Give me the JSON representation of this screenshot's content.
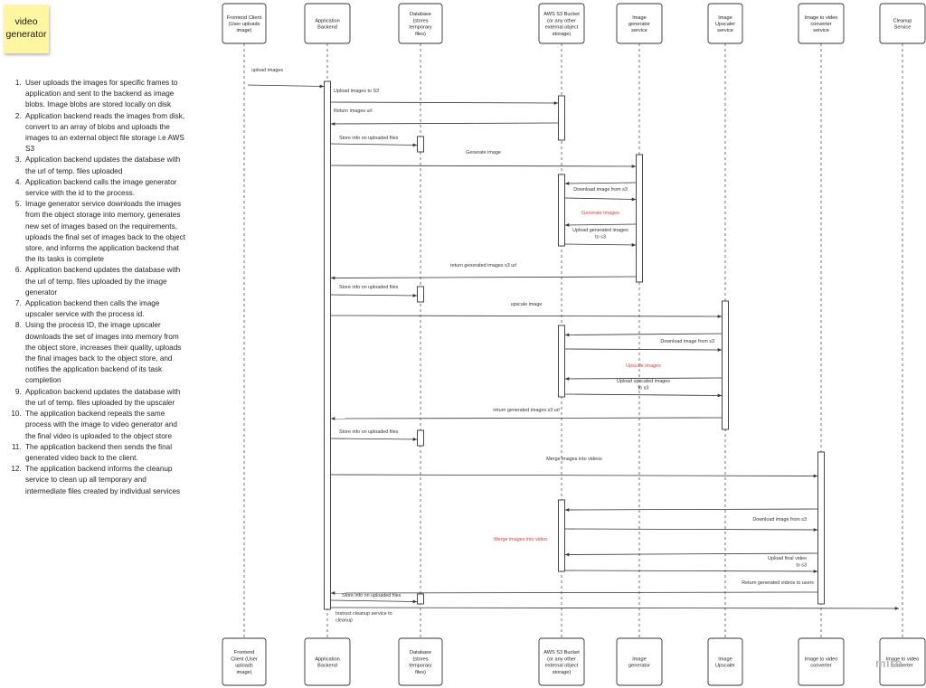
{
  "sticky_note": {
    "text": "video generator"
  },
  "steps": [
    "User uploads the images for specific frames to application and sent to the backend as image blobs. Image blobs are stored locally on disk",
    "Application backend reads the images from disk, convert to an array of blobs and uploads the images to an external object file storage i.e AWS S3",
    "Application backend updates the database with the url of temp. files uploaded",
    "Application backend calls the image generator service with the id to the process.",
    "Image generator service downloads the images from the object storage into memory, generates new set of images based on the requirements, uploads the final set of images back to the object store, and informs the application backend that the its tasks is complete",
    "Application backend updates the database with the url of temp. files uploaded by the image generator",
    "Application backend then calls the image upscaler service with the process id.",
    "Using the process ID, the image upscaler downloads the set of images into memory from the object store, increases their quality, uploads the final images back to the object store, and notifies the application backend of its task completion",
    "Application backend updates the database with the url of temp. files uploaded by the upscaler",
    "The application backend repeats the same process with the image to video generator and the final video is uploaded to the object store",
    "The application backend then sends the final generated video back to the client.",
    "The application backend informs the cleanup service to clean up all temporary and intermediate files created by individual services"
  ],
  "participants_top": [
    {
      "id": "frontend",
      "lines": [
        "Frontend Client",
        "(User uploads",
        "image)"
      ]
    },
    {
      "id": "backend",
      "lines": [
        "Application",
        "Backend"
      ]
    },
    {
      "id": "database",
      "lines": [
        "Database",
        "(stores",
        "temporary",
        "files)"
      ]
    },
    {
      "id": "s3",
      "lines": [
        "AWS S3 Bucket",
        "(or any other",
        "external object",
        "storage)"
      ]
    },
    {
      "id": "imagegen",
      "lines": [
        "Image",
        "generator",
        "service"
      ]
    },
    {
      "id": "upscaler",
      "lines": [
        "Image",
        "Upscaler",
        "service"
      ]
    },
    {
      "id": "videoconv",
      "lines": [
        "Image to video",
        "converter",
        "service"
      ]
    },
    {
      "id": "cleanup",
      "lines": [
        "Cleanup",
        "Service"
      ]
    }
  ],
  "participants_bottom": [
    {
      "id": "frontend",
      "lines": [
        "Frontend",
        "Client (User",
        "uploads",
        "image)"
      ]
    },
    {
      "id": "backend",
      "lines": [
        "Application",
        "Backend"
      ]
    },
    {
      "id": "database",
      "lines": [
        "Database",
        "(stores",
        "temporary",
        "files)"
      ]
    },
    {
      "id": "s3",
      "lines": [
        "AWS S3 Bucket",
        "(or any other",
        "external object",
        "storage)"
      ]
    },
    {
      "id": "imagegen",
      "lines": [
        "Image",
        "generator"
      ]
    },
    {
      "id": "upscaler",
      "lines": [
        "Image",
        "Upscaler"
      ]
    },
    {
      "id": "videoconv",
      "lines": [
        "Image to video",
        "converter"
      ]
    },
    {
      "id": "cleanup",
      "lines": [
        "Image to video",
        "converter"
      ]
    }
  ],
  "messages": [
    {
      "from": "frontend",
      "to": "backend",
      "lines": [
        "upload images"
      ],
      "color": "#333333"
    },
    {
      "from": "backend",
      "to": "s3",
      "lines": [
        "Upload images to S3"
      ],
      "color": "#333333"
    },
    {
      "from": "s3",
      "to": "backend",
      "lines": [
        "Return images url"
      ],
      "color": "#333333"
    },
    {
      "from": "backend",
      "to": "database",
      "lines": [
        "Store info on uploaded files"
      ],
      "color": "#333333"
    },
    {
      "from": "backend",
      "to": "imagegen",
      "lines": [
        "Generate image"
      ],
      "color": "#333333"
    },
    {
      "from": "imagegen",
      "to": "s3",
      "lines": [],
      "color": "#333333"
    },
    {
      "from": "s3",
      "to": "imagegen",
      "lines": [
        "Download image from s3"
      ],
      "color": "#333333"
    },
    {
      "from": "imagegen",
      "to": "s3",
      "lines": [
        "Generate Images"
      ],
      "color": "#e53935"
    },
    {
      "from": "s3",
      "to": "imagegen",
      "lines": [
        "Upload generated images",
        "to s3"
      ],
      "color": "#333333"
    },
    {
      "from": "imagegen",
      "to": "backend",
      "lines": [
        "return generated images s3 url"
      ],
      "color": "#333333"
    },
    {
      "from": "backend",
      "to": "database",
      "lines": [
        "Store info on uploaded files"
      ],
      "color": "#333333"
    },
    {
      "from": "backend",
      "to": "upscaler",
      "lines": [
        "upscale image"
      ],
      "color": "#333333"
    },
    {
      "from": "upscaler",
      "to": "s3",
      "lines": [],
      "color": "#333333"
    },
    {
      "from": "s3",
      "to": "upscaler",
      "lines": [
        "Download image from s3"
      ],
      "color": "#333333"
    },
    {
      "from": "upscaler",
      "to": "s3",
      "lines": [
        "Upscale Images"
      ],
      "color": "#e53935"
    },
    {
      "from": "s3",
      "to": "upscaler",
      "lines": [
        "Upload upscaled images",
        "to s3"
      ],
      "color": "#333333"
    },
    {
      "from": "upscaler",
      "to": "backend",
      "lines": [
        "return generated images s3 url"
      ],
      "color": "#333333"
    },
    {
      "from": "backend",
      "to": "database",
      "lines": [
        "Store info on uploaded files"
      ],
      "color": "#333333"
    },
    {
      "from": "backend",
      "to": "videoconv",
      "lines": [
        "Merge images into videos"
      ],
      "color": "#333333"
    },
    {
      "from": "videoconv",
      "to": "s3",
      "lines": [],
      "color": "#333333"
    },
    {
      "from": "s3",
      "to": "videoconv",
      "lines": [
        "Download image from s3"
      ],
      "color": "#333333"
    },
    {
      "from": "videoconv",
      "to": "s3",
      "lines": [
        "Merge images into video"
      ],
      "color": "#e53935"
    },
    {
      "from": "s3",
      "to": "videoconv",
      "lines": [
        "Upload final video",
        "to s3"
      ],
      "color": "#333333"
    },
    {
      "from": "videoconv",
      "to": "backend",
      "lines": [
        "Return generated videos to users"
      ],
      "color": "#333333"
    },
    {
      "from": "backend",
      "to": "database",
      "lines": [
        "Store info on uploaded files"
      ],
      "color": "#333333"
    },
    {
      "from": "backend",
      "to": "cleanup",
      "lines": [
        "Instruct cleanup service to",
        "cleanup"
      ],
      "color": "#333333"
    }
  ],
  "watermark": "miro"
}
